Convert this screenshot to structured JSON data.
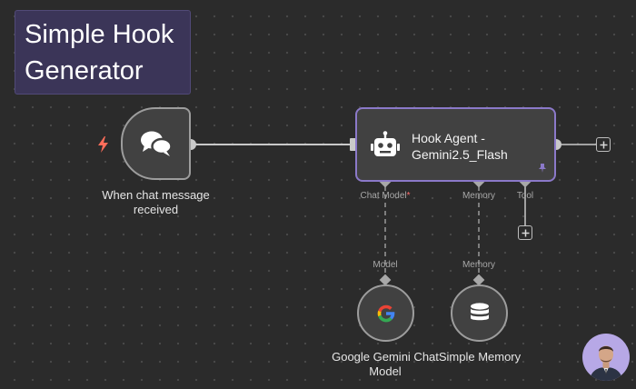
{
  "sticky_note": {
    "line1": "Simple Hook",
    "line2": "Generator"
  },
  "nodes": {
    "trigger": {
      "label_line1": "When chat message",
      "label_line2": "received",
      "icon": "chat-bubbles-icon"
    },
    "agent": {
      "title_line1": "Hook Agent -",
      "title_line2": "Gemini2.5_Flash",
      "icon": "robot-icon",
      "ports": {
        "chat_model": "Chat Model",
        "chat_model_required": "*",
        "memory": "Memory",
        "tool": "Tool"
      }
    },
    "gemini": {
      "label_line1": "Google Gemini Chat",
      "label_line2": "Model",
      "icon": "google-g-icon",
      "port_label": "Model"
    },
    "memory": {
      "label": "Simple Memory",
      "icon": "database-icon",
      "port_label": "Memory"
    }
  },
  "colors": {
    "canvas": "#2b2b2b",
    "sticky": "#3b3558",
    "node": "#414141",
    "agent_border": "#8b79c9",
    "trigger_bolt": "#ff6d5a",
    "edge": "#c9c9c9"
  }
}
